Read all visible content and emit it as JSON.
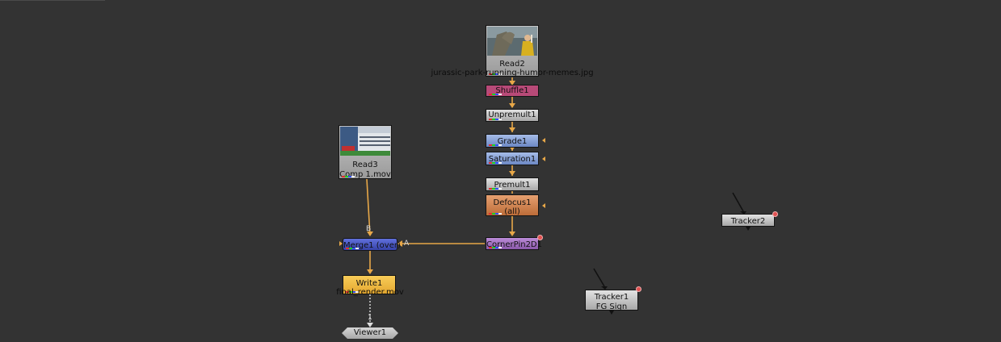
{
  "nodes": {
    "read2": {
      "label": "Read2",
      "file": "jurassic-park-running-humor-memes.jpg"
    },
    "shuffle1": {
      "label": "Shuffle1"
    },
    "unpremult1": {
      "label": "Unpremult1"
    },
    "grade1": {
      "label": "Grade1"
    },
    "saturation1": {
      "label": "Saturation1"
    },
    "premult1": {
      "label": "Premult1"
    },
    "defocus1": {
      "label": "Defocus1",
      "sub": "(all)"
    },
    "cornerpin": {
      "label": "CornerPin2D1"
    },
    "read3": {
      "label": "Read3",
      "file": "Comp 1.mov"
    },
    "merge1": {
      "label": "Merge1 (over)",
      "input_b": "B",
      "input_a": "A"
    },
    "write1": {
      "label": "Write1",
      "file": "final_render.mov"
    },
    "viewer1": {
      "label": "Viewer1",
      "input": "1"
    },
    "tracker1": {
      "label": "Tracker1",
      "sub": "FG Sign"
    },
    "tracker2": {
      "label": "Tracker2"
    }
  },
  "colors": {
    "background": "#333333",
    "pipe": "#e8a848",
    "shuffle": "#b84a78",
    "grade": "#8aa4d8",
    "defocus": "#d4864c",
    "cornerpin": "#a070c0",
    "merge": "#4a58c8",
    "write": "#f0b840",
    "gray_node": "#c0c0c0"
  }
}
